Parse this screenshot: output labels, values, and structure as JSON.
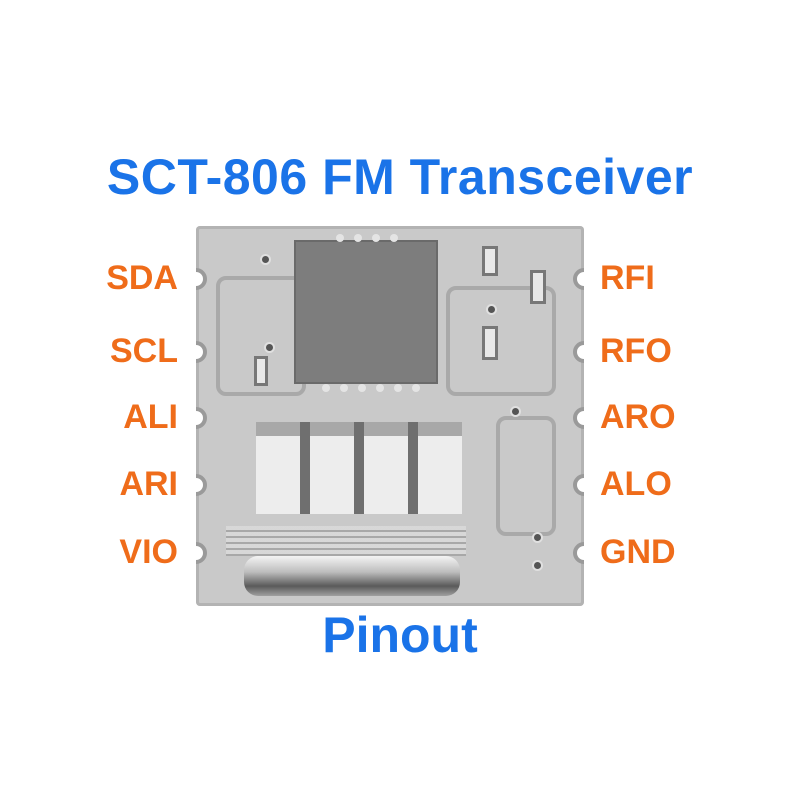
{
  "title": "SCT-806 FM Transceiver",
  "footer": "Pinout",
  "pins": {
    "left": [
      "SDA",
      "SCL",
      "ALI",
      "ARI",
      "VIO"
    ],
    "right": [
      "RFI",
      "RFO",
      "ARO",
      "ALO",
      "GND"
    ]
  },
  "colors": {
    "title": "#1a73e8",
    "pin_label": "#ef6c1a",
    "board": "#c9c9c9",
    "background": "#ffffff"
  }
}
